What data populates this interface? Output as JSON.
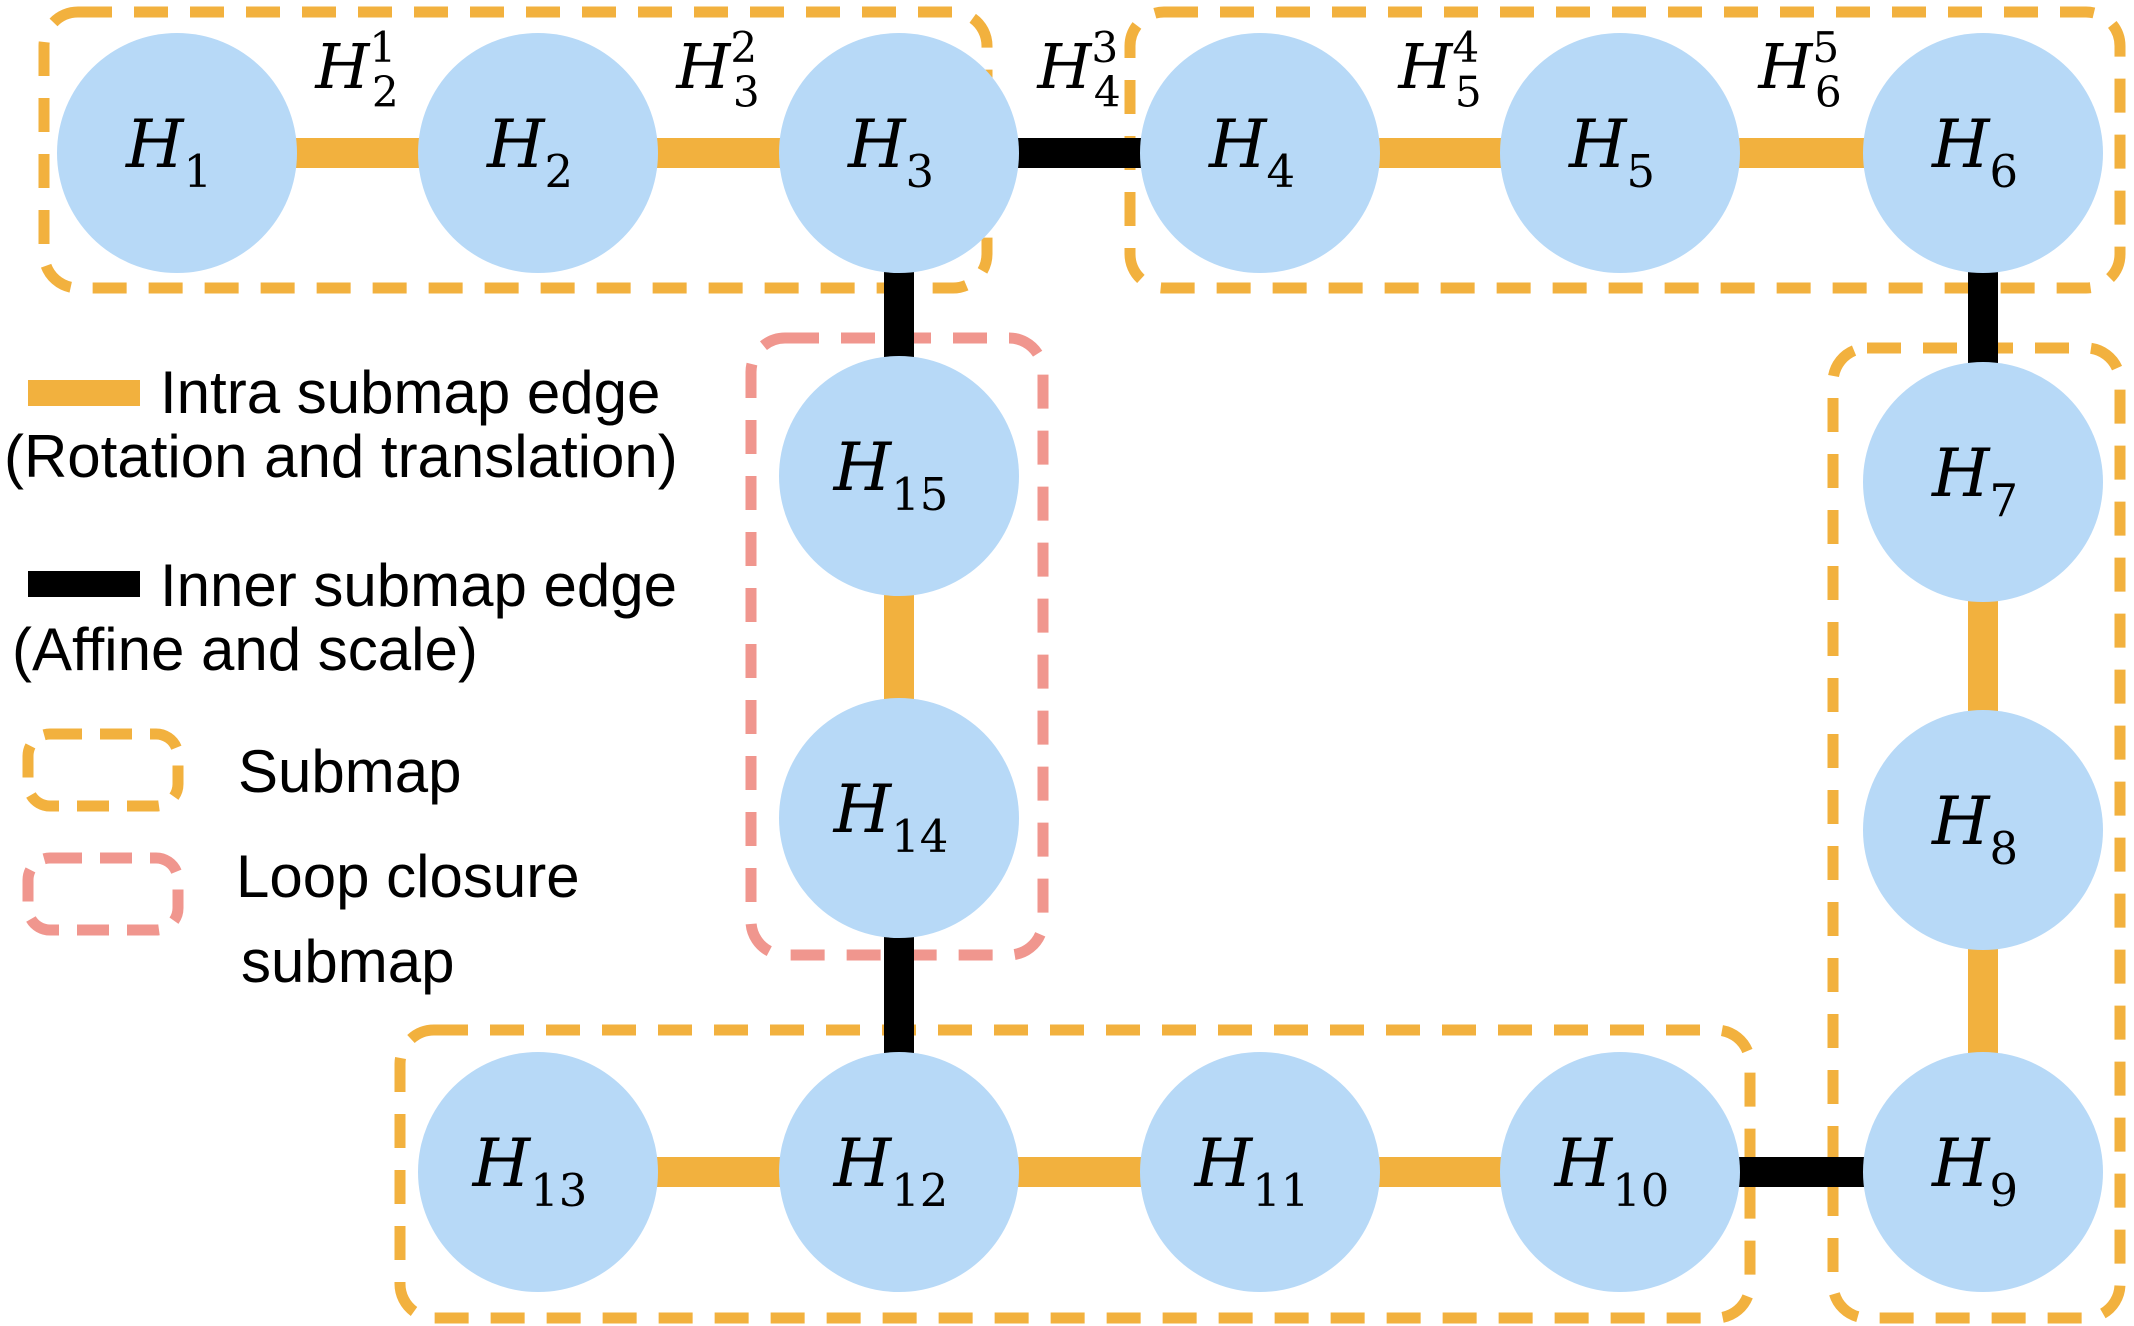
{
  "colors": {
    "node_fill": "#b7d9f7",
    "intra_edge": "#f2b13e",
    "inner_edge": "#000000",
    "submap_border": "#f2b13e",
    "loop_border": "#f0968e"
  },
  "nodes": [
    {
      "id": "n1",
      "base": "H",
      "sub": "1"
    },
    {
      "id": "n2",
      "base": "H",
      "sub": "2"
    },
    {
      "id": "n3",
      "base": "H",
      "sub": "3"
    },
    {
      "id": "n4",
      "base": "H",
      "sub": "4"
    },
    {
      "id": "n5",
      "base": "H",
      "sub": "5"
    },
    {
      "id": "n6",
      "base": "H",
      "sub": "6"
    },
    {
      "id": "n7",
      "base": "H",
      "sub": "7"
    },
    {
      "id": "n8",
      "base": "H",
      "sub": "8"
    },
    {
      "id": "n9",
      "base": "H",
      "sub": "9"
    },
    {
      "id": "n10",
      "base": "H",
      "sub": "10"
    },
    {
      "id": "n11",
      "base": "H",
      "sub": "11"
    },
    {
      "id": "n12",
      "base": "H",
      "sub": "12"
    },
    {
      "id": "n13",
      "base": "H",
      "sub": "13"
    },
    {
      "id": "n14",
      "base": "H",
      "sub": "14"
    },
    {
      "id": "n15",
      "base": "H",
      "sub": "15"
    }
  ],
  "edges": [
    {
      "from": "n1",
      "to": "n2",
      "kind": "intra",
      "label": {
        "base": "H",
        "sub": "2",
        "sup": "1"
      }
    },
    {
      "from": "n2",
      "to": "n3",
      "kind": "intra",
      "label": {
        "base": "H",
        "sub": "3",
        "sup": "2"
      }
    },
    {
      "from": "n3",
      "to": "n4",
      "kind": "inner",
      "label": {
        "base": "H",
        "sub": "4",
        "sup": "3"
      }
    },
    {
      "from": "n4",
      "to": "n5",
      "kind": "intra",
      "label": {
        "base": "H",
        "sub": "5",
        "sup": "4"
      }
    },
    {
      "from": "n5",
      "to": "n6",
      "kind": "intra",
      "label": {
        "base": "H",
        "sub": "6",
        "sup": "5"
      }
    },
    {
      "from": "n6",
      "to": "n7",
      "kind": "inner"
    },
    {
      "from": "n7",
      "to": "n8",
      "kind": "intra"
    },
    {
      "from": "n8",
      "to": "n9",
      "kind": "intra"
    },
    {
      "from": "n9",
      "to": "n10",
      "kind": "inner"
    },
    {
      "from": "n10",
      "to": "n11",
      "kind": "intra"
    },
    {
      "from": "n11",
      "to": "n12",
      "kind": "intra"
    },
    {
      "from": "n12",
      "to": "n13",
      "kind": "intra"
    },
    {
      "from": "n12",
      "to": "n14",
      "kind": "inner"
    },
    {
      "from": "n14",
      "to": "n15",
      "kind": "intra"
    },
    {
      "from": "n15",
      "to": "n3",
      "kind": "inner"
    }
  ],
  "groups": [
    {
      "id": "submap-1",
      "kind": "submap"
    },
    {
      "id": "submap-2",
      "kind": "submap"
    },
    {
      "id": "submap-3",
      "kind": "submap"
    },
    {
      "id": "submap-4",
      "kind": "submap"
    },
    {
      "id": "loop-closure",
      "kind": "loop"
    }
  ],
  "legend": {
    "intra_title": "Intra submap edge",
    "intra_desc": "(Rotation and translation)",
    "inner_title": "Inner submap edge",
    "inner_desc": "(Affine and scale)",
    "submap": "Submap",
    "loop_line1": "Loop closure",
    "loop_line2": "submap"
  }
}
